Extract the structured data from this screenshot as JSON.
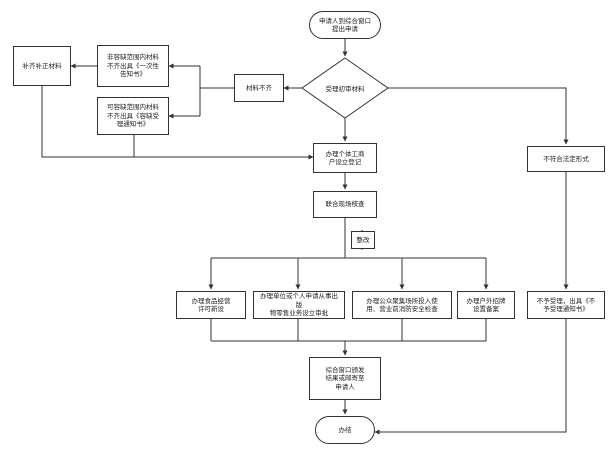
{
  "diagram": {
    "start": "申请人到综合窗口\n提出申请",
    "review": "受理初审材料",
    "incomplete": "材料不齐",
    "non_correctable": "非容缺范围内材料\n不齐出具《一次性\n告知书》",
    "correctable": "可容缺范围内材料\n不齐出具《容缺受\n理通知书》",
    "supplement": "补齐补正材料",
    "registration": "办理个体工商\n户设立登记",
    "inspection": "联合现场核查",
    "rectify": "整改",
    "parallel": [
      "办理食品经营\n许可新设",
      "办理单位或个人申请从事出版\n物零售业务设立审批",
      "办理公众聚集场所投入使\n用、营业前消防安全检查",
      "办理户外招牌\n设置备案"
    ],
    "deliver": "综合窗口颁发\n结果或邮寄至\n申请人",
    "end": "办结",
    "illegal": "不符合法定形式",
    "reject": "不予受理，出具《不\n予受理通知书》"
  }
}
